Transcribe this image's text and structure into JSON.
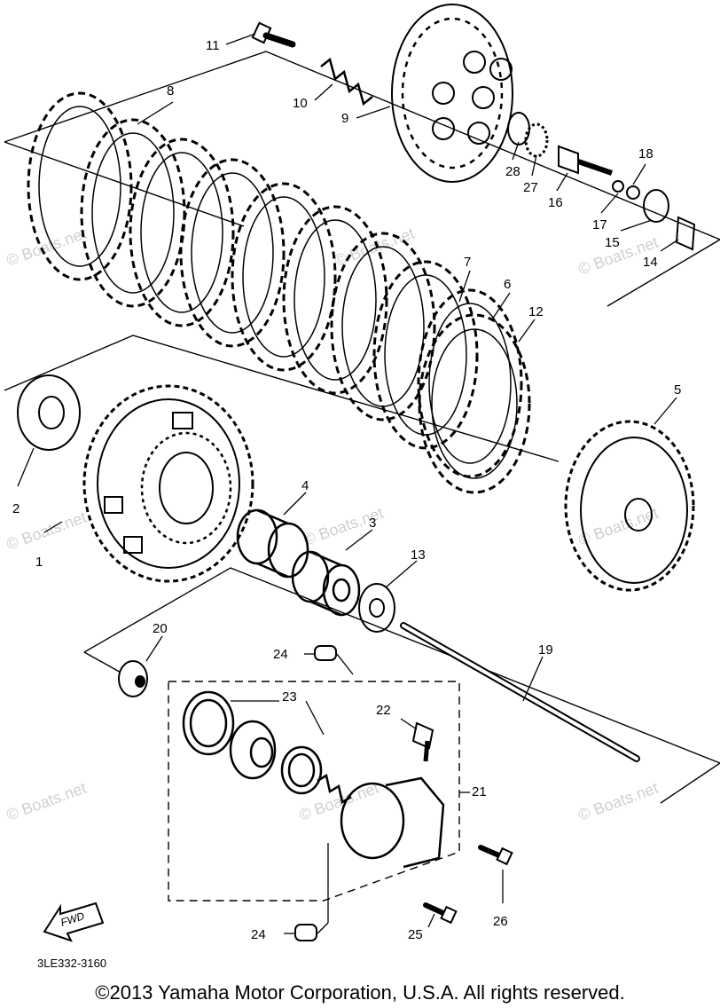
{
  "callouts": [
    "1",
    "2",
    "3",
    "4",
    "5",
    "6",
    "7",
    "8",
    "9",
    "10",
    "11",
    "12",
    "13",
    "14",
    "15",
    "16",
    "17",
    "18",
    "19",
    "20",
    "21",
    "22",
    "23",
    "24",
    "24",
    "25",
    "26",
    "27",
    "28"
  ],
  "diagram_code": "3LE332-3160",
  "fwd_label": "FWD",
  "watermark": "© Boats.net",
  "copyright": "©2013 Yamaha Motor Corporation, U.S.A. All rights reserved."
}
